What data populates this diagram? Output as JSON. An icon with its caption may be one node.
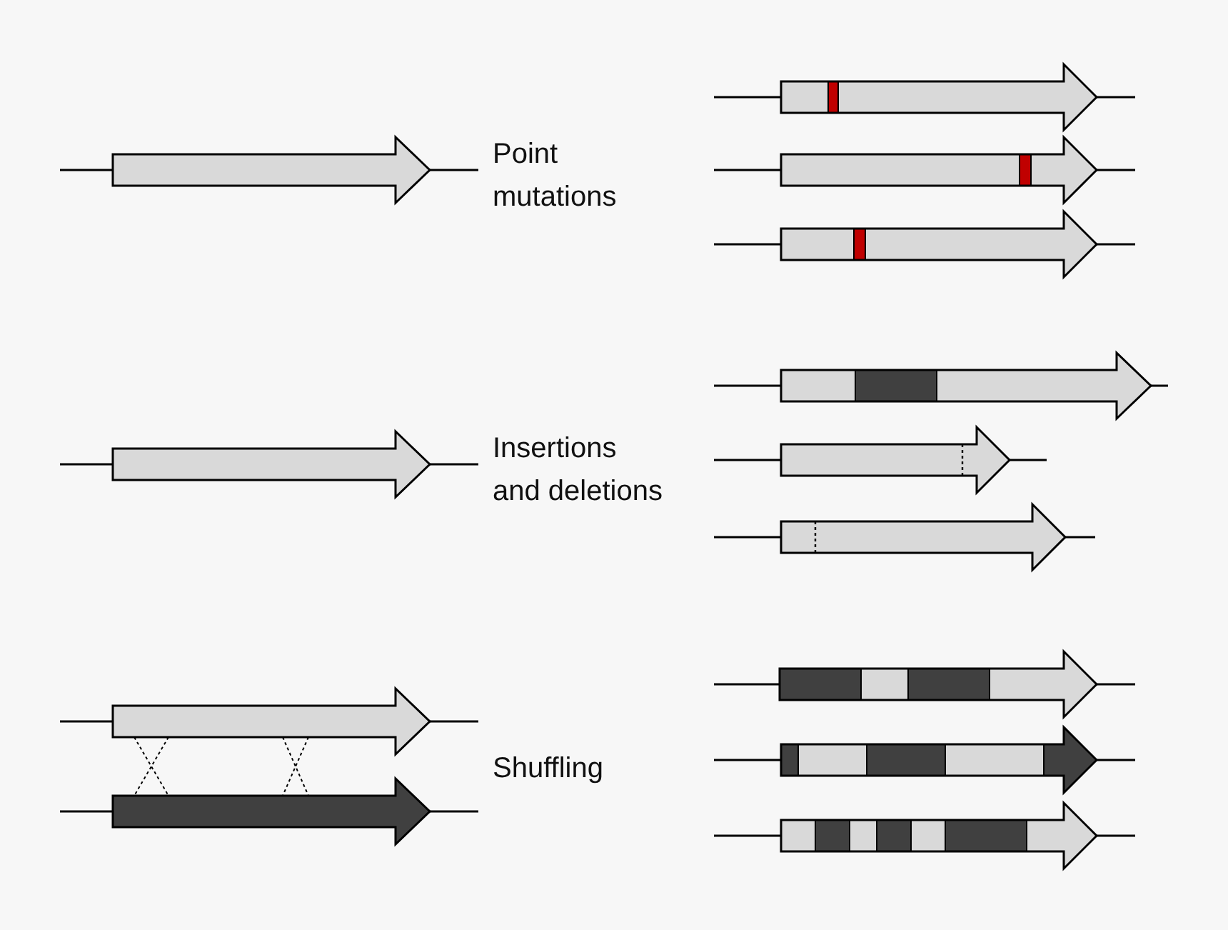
{
  "diagram": {
    "labels": [
      "Point mutations",
      "Insertions and deletions",
      "Shuffling"
    ]
  }
}
